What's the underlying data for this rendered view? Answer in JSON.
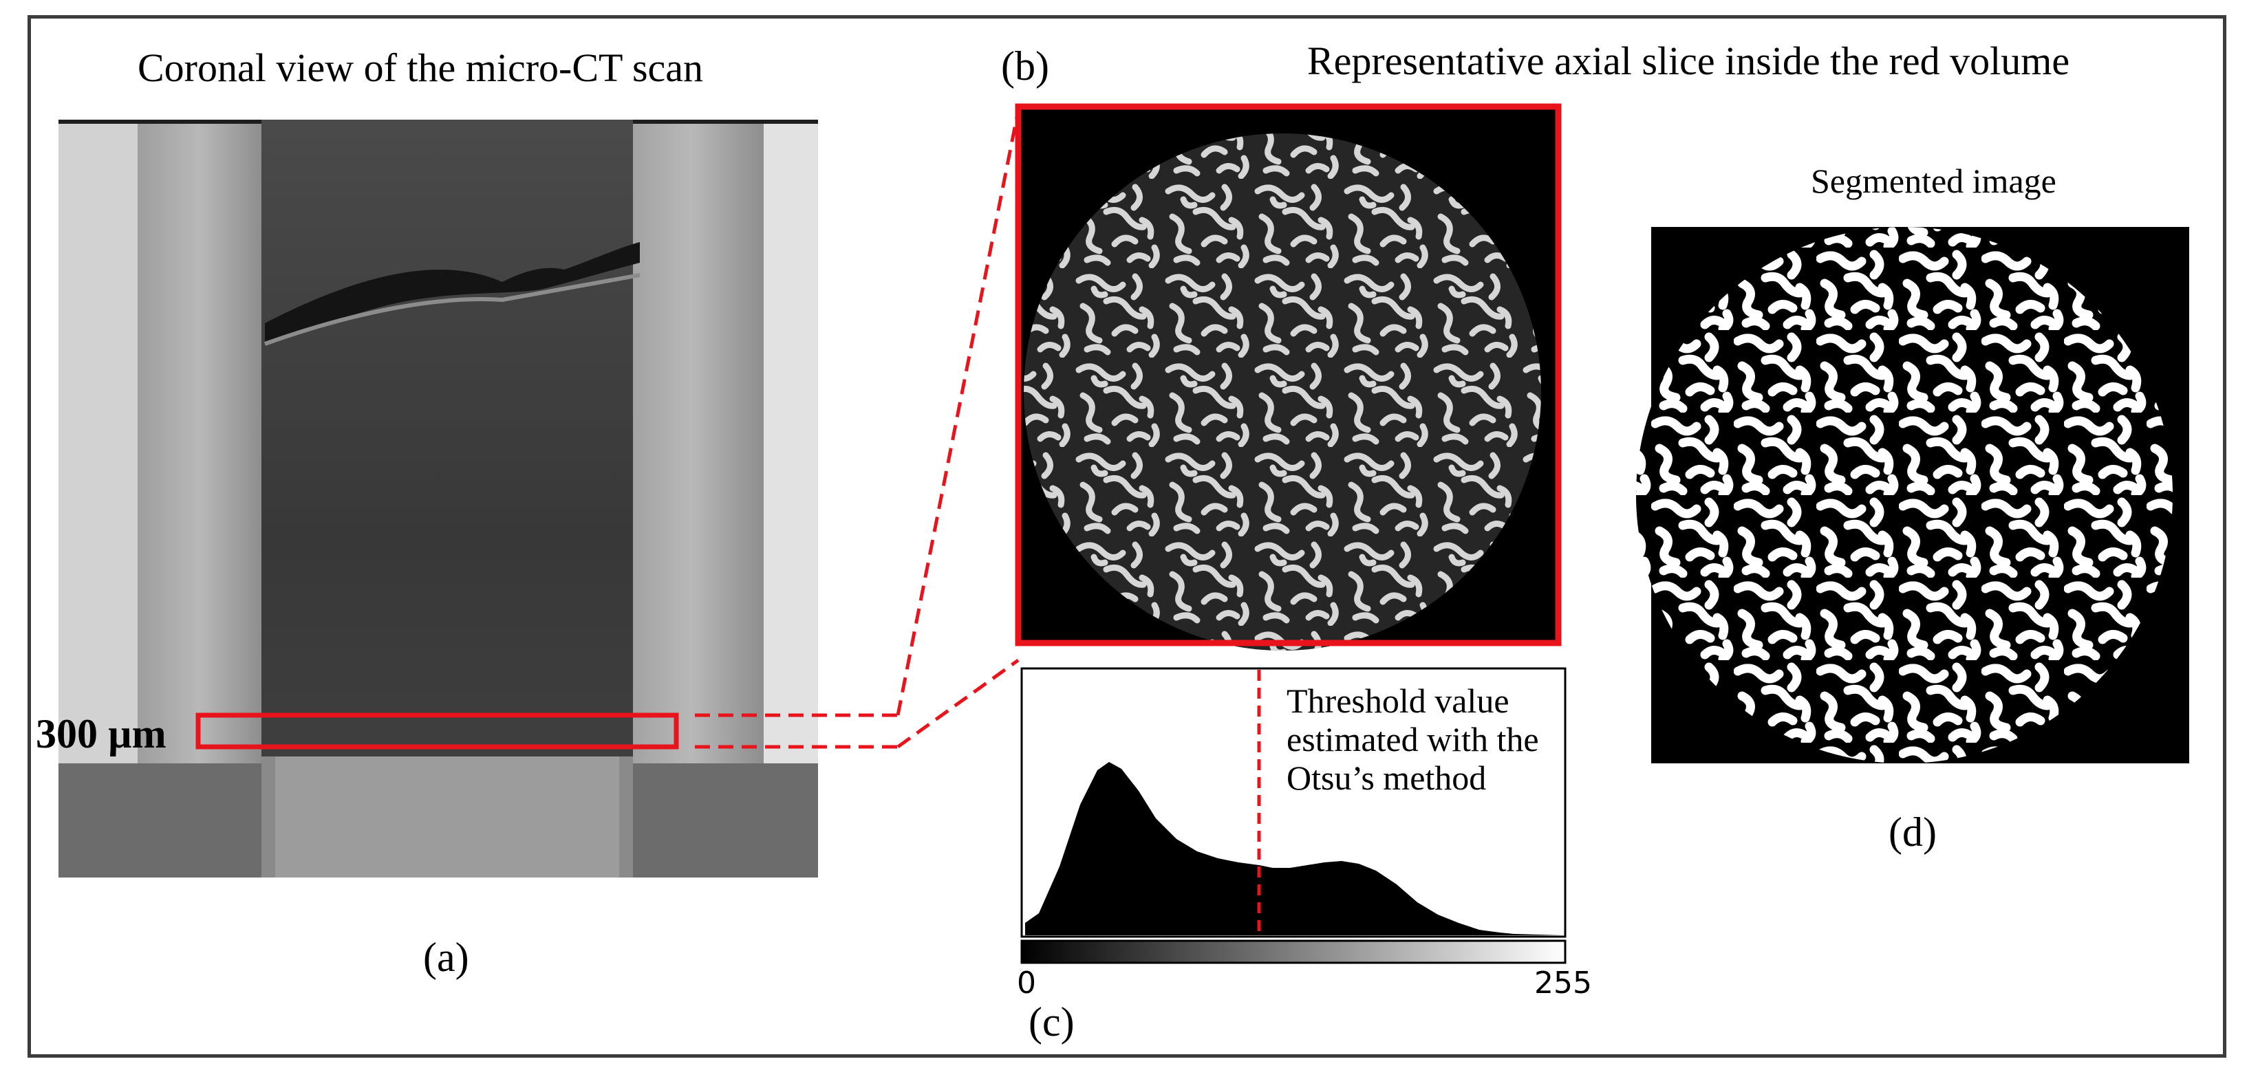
{
  "panel_a": {
    "title": "Coronal view of the micro-CT scan",
    "caption": "(a)",
    "roi_label": "300 µm"
  },
  "panel_b": {
    "title": "Representative axial slice inside the red volume",
    "caption": "(b)"
  },
  "panel_c": {
    "caption": "(c)",
    "annotation_lines": [
      "Threshold value",
      "estimated with the",
      "Otsu’s method"
    ],
    "axis_min": "0",
    "axis_max": "255"
  },
  "panel_d": {
    "title": "Segmented image",
    "caption": "(d)"
  },
  "colors": {
    "highlight": "#e8141c",
    "frame": "#3c3c3c"
  }
}
